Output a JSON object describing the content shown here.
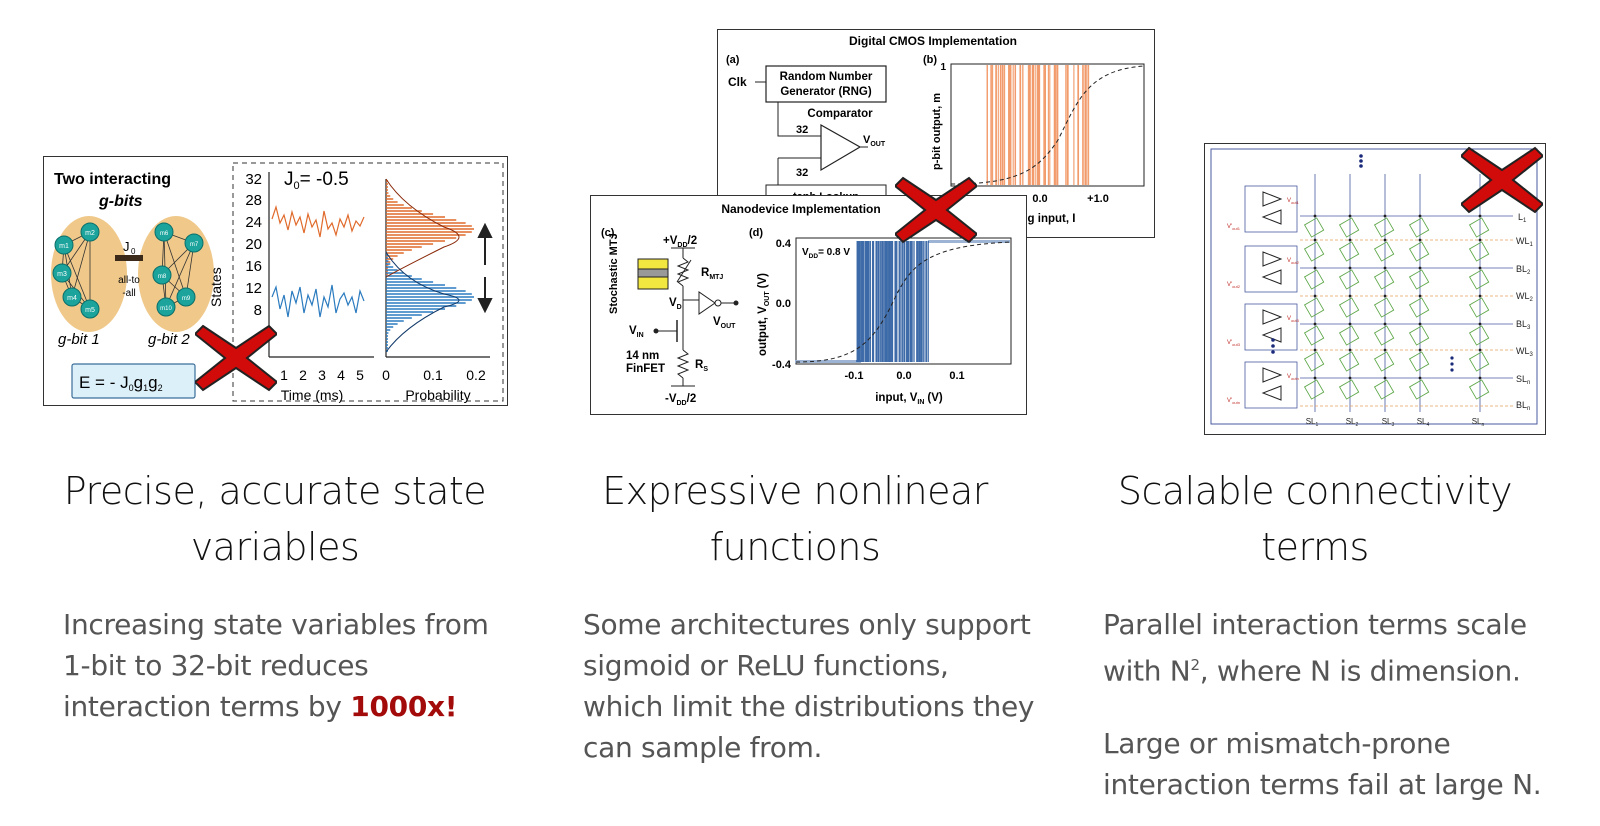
{
  "colors": {
    "x_mark": "#d10a0a",
    "highlight": "#a30a0a",
    "body_text": "#555555",
    "orange_trace": "#e06a2b",
    "blue_trace": "#2b7bbf",
    "nano_bars": "#3d6aa8",
    "cmos_bars": "#f29a6b"
  },
  "panel1": {
    "title_line1": "Two interacting",
    "title_line2": "g-bits",
    "coupling_label": "J",
    "coupling_sub": "0",
    "all_to_all_1": "all-to",
    "all_to_all_2": "-all",
    "gbit1_label": "g-bit 1",
    "gbit2_label": "g-bit 2",
    "energy_eq": "E = - J",
    "energy_eq_sub": "0",
    "energy_eq_rest": "g",
    "energy_eq_g1": "1",
    "energy_eq_g2": "2",
    "j0_label": "J",
    "j0_sub": "0",
    "j0_value": "= -0.5",
    "y_axis_label": "States",
    "y_ticks": [
      "32",
      "28",
      "24",
      "20",
      "16",
      "12",
      "8"
    ],
    "time_ticks": [
      "1",
      "2",
      "3",
      "4",
      "5"
    ],
    "time_label": "Time (ms)",
    "prob_ticks": [
      "0",
      "0.1",
      "0.2"
    ],
    "prob_label": "Probability",
    "node_labels": [
      "m1",
      "m2",
      "m3",
      "m4",
      "m5"
    ],
    "node_labels_right": [
      "m6",
      "m7",
      "m8",
      "m9",
      "m10"
    ],
    "x_mark_icon": "close-x-icon"
  },
  "panel2": {
    "cmos_title": "Digital CMOS Implementation",
    "label_a": "(a)",
    "label_b": "(b)",
    "clk": "Clk",
    "rng_line1": "Random Number",
    "rng_line2": "Generator (RNG)",
    "comparator": "Comparator",
    "bus_32a": "32",
    "bus_32b": "32",
    "vout": "V",
    "vout_sub": "OUT",
    "tanh_lookup": "tanh Lookup",
    "cmos_y_label": "p-bit output, m",
    "cmos_y_tick": "1",
    "cmos_x_ticks": [
      "0.0",
      "+1.0"
    ],
    "cmos_x_label": "og input, I",
    "nano_title": "Nanodevice Implementation",
    "label_c": "(c)",
    "label_d": "(d)",
    "vdd_top": "+V",
    "vdd_top_sub": "DD",
    "vdd_top_rest": "/2",
    "vdd_bot": "-V",
    "vdd_bot_sub": "DD",
    "vdd_bot_rest": "/2",
    "stochastic_mtj": "Stochastic MTJ",
    "r_mtj": "R",
    "r_mtj_sub": "MTJ",
    "v_d": "V",
    "v_d_sub": "D",
    "v_in": "V",
    "v_in_sub": "IN",
    "finfet_line1": "14 nm",
    "finfet_line2": "FinFET",
    "r_s": "R",
    "r_s_sub": "S",
    "nano_vout": "V",
    "nano_vout_sub": "OUT",
    "vdd_note": "V",
    "vdd_note_sub": "DD",
    "vdd_note_val": "= 0.8 V",
    "nano_y_label": "output, V",
    "nano_y_label_sub": "OUT",
    "nano_y_unit": "(V)",
    "nano_y_ticks": [
      "0.4",
      "0.0",
      "-0.4"
    ],
    "nano_x_ticks": [
      "-0.1",
      "0.0",
      "0.1"
    ],
    "nano_x_label": "input, V",
    "nano_x_label_sub": "IN",
    "nano_x_unit": "(V)",
    "x_mark_icon": "close-x-icon"
  },
  "panel3": {
    "row_labels": [
      "WL",
      "BL",
      "WL",
      "BL",
      "WL",
      "SL",
      "BL"
    ],
    "row_subs": [
      "1",
      "2",
      "2",
      "3",
      "3",
      "n",
      "n"
    ],
    "row_top_partial": "L",
    "row_top_partial_sub": "1",
    "col_labels": [
      "SL",
      "SL",
      "SL",
      "SL",
      "SL"
    ],
    "col_subs": [
      "1",
      "2",
      "3",
      "4",
      "n"
    ],
    "vout_labels": [
      "V",
      "V",
      "V",
      "V"
    ],
    "vout_subs": [
      "out1",
      "out2",
      "out3",
      "outn"
    ],
    "vout_bar_labels": [
      "V'",
      "V'",
      "V'",
      "V'"
    ],
    "vout_bar_subs": [
      "out1",
      "out2",
      "out3",
      "outn"
    ],
    "x_mark_icon": "close-x-icon"
  },
  "columns": [
    {
      "heading_line1": "Precise, accurate state",
      "heading_line2": "variables",
      "body_lines": [
        "Increasing state variables from",
        "1-bit to 32-bit reduces"
      ],
      "body_last_prefix": "interaction terms by ",
      "body_highlight": "1000x!"
    },
    {
      "heading_line1": "Expressive nonlinear",
      "heading_line2": "functions",
      "body_lines": [
        "Some architectures only support",
        "sigmoid or ReLU functions,",
        "which limit the distributions they",
        "can sample from."
      ]
    },
    {
      "heading_line1": "Scalable connectivity",
      "heading_line2": "terms",
      "body_line1_prefix": "Parallel interaction terms scale",
      "body_line2_prefix": "with N",
      "body_line2_sup": "2",
      "body_line2_suffix": ", where N is dimension.",
      "body_para2": [
        "Large or mismatch-prone",
        "interaction terms fail at large N."
      ]
    }
  ]
}
